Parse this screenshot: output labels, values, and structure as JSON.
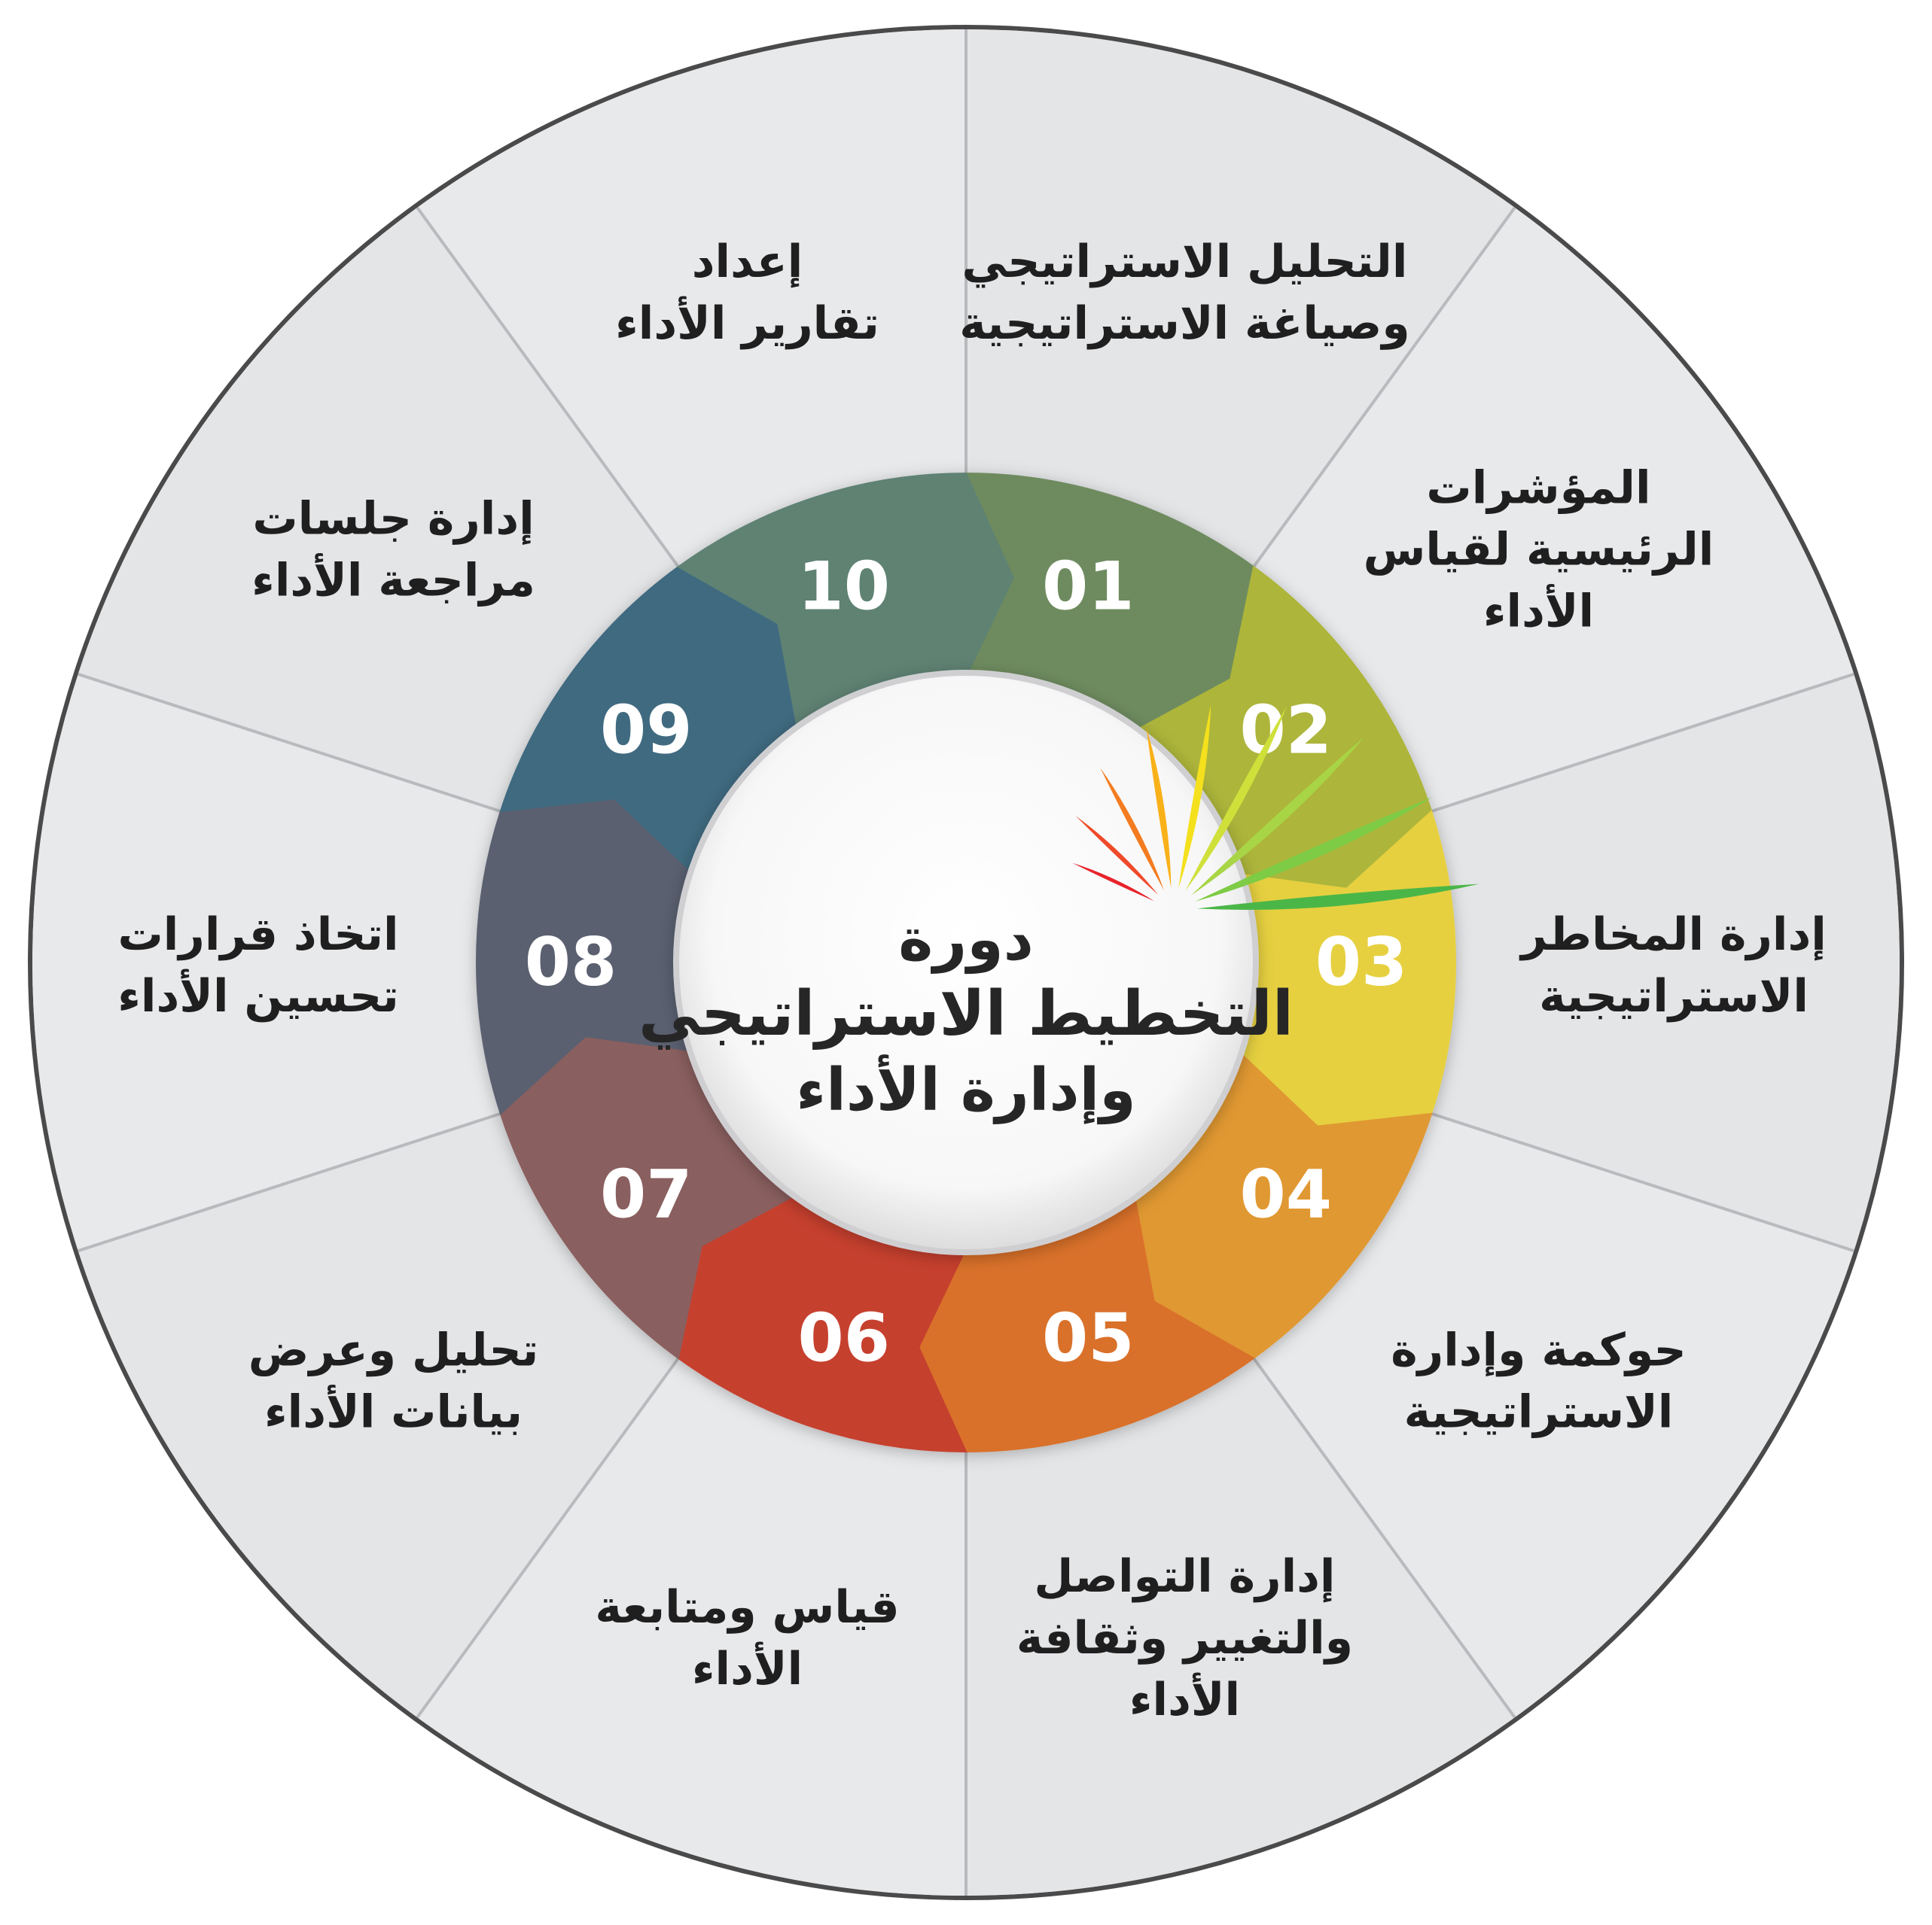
{
  "center": {
    "title_line1": "دورة",
    "title_line2": "التخطيط الاستراتيجي",
    "title_line3": "وإدارة الأداء",
    "logo_rays": [
      "#e8232b",
      "#ef4a2a",
      "#f47c20",
      "#f9b11a",
      "#f4e01c",
      "#cfe03a",
      "#a8d545",
      "#7ecb45",
      "#4bb648"
    ]
  },
  "steps": [
    {
      "number": "01",
      "color": "#6e8b5e",
      "label_lines": [
        "التحليل الاستراتيجي",
        "وصياغة الاستراتيجية"
      ]
    },
    {
      "number": "02",
      "color": "#adb53a",
      "label_lines": [
        "المؤشرات",
        "الرئيسية لقياس",
        "الأداء"
      ]
    },
    {
      "number": "03",
      "color": "#e6d040",
      "label_lines": [
        "إدارة المخاطر",
        "الاستراتيجية"
      ]
    },
    {
      "number": "04",
      "color": "#e09832",
      "label_lines": [
        "حوكمة وإدارة",
        "الاستراتيجية"
      ]
    },
    {
      "number": "05",
      "color": "#d9712b",
      "label_lines": [
        "إدارة التواصل",
        "والتغيير وثقافة",
        "الأداء"
      ]
    },
    {
      "number": "06",
      "color": "#c6402f",
      "label_lines": [
        "قياس ومتابعة",
        "الأداء"
      ]
    },
    {
      "number": "07",
      "color": "#8a5f5e",
      "label_lines": [
        "تحليل وعرض",
        "بيانات الأداء"
      ]
    },
    {
      "number": "08",
      "color": "#5a6070",
      "label_lines": [
        "اتخاذ قرارات",
        "تحسين الأداء"
      ]
    },
    {
      "number": "09",
      "color": "#3f6a80",
      "label_lines": [
        "إدارة جلسات",
        "مراجعة الأداء"
      ]
    },
    {
      "number": "10",
      "color": "#5e8273",
      "label_lines": [
        "إعداد",
        "تقارير الأداء"
      ]
    }
  ]
}
